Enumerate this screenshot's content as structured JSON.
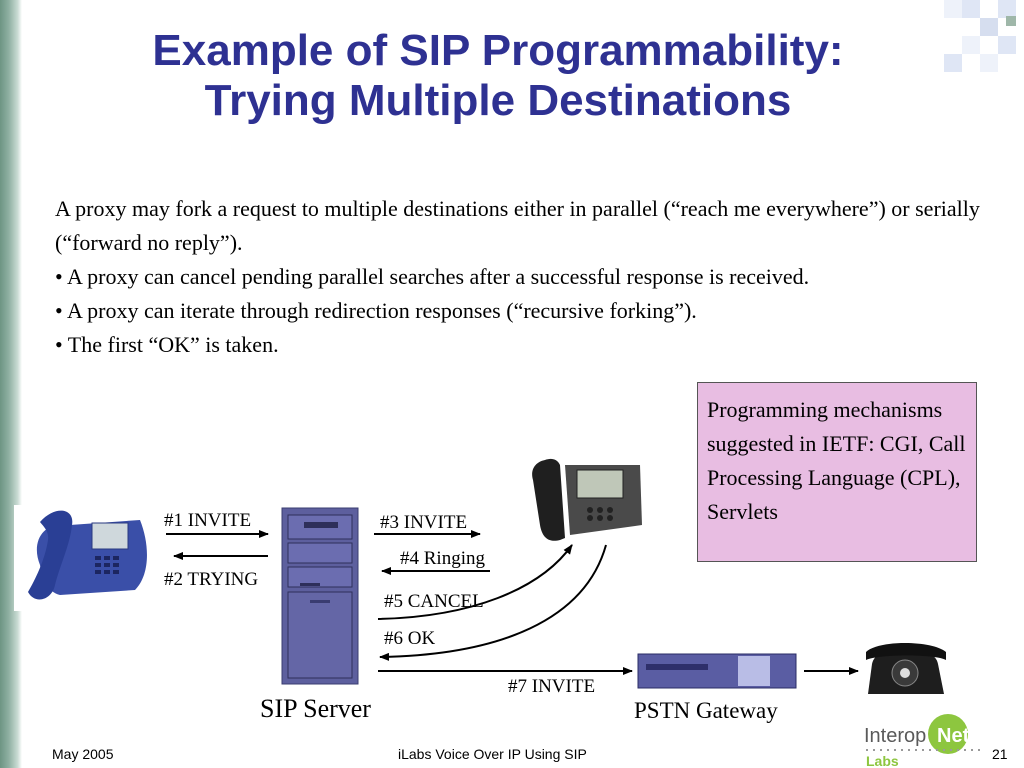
{
  "slide": {
    "title_line1": "Example of SIP Programmability:",
    "title_line2": "Trying Multiple Destinations",
    "paragraphs": [
      "A proxy may fork a request to multiple destinations either in parallel (“reach me everywhere”) or serially (“forward no reply”).",
      "• A proxy can cancel pending parallel searches after a successful response is received.",
      "• A proxy can iterate through redirection responses (“recursive forking”).",
      "• The first “OK” is taken."
    ],
    "callout": "Programming mechanisms suggested in IETF:  CGI, Call Processing Language (CPL), Servlets"
  },
  "diagram": {
    "messages": {
      "m1": "#1 INVITE",
      "m2": "#2 TRYING",
      "m3": "#3 INVITE",
      "m4": "#4 Ringing",
      "m5": "#5 CANCEL",
      "m6": "#6 OK",
      "m7": "#7 INVITE"
    },
    "sip_server_label": "SIP Server",
    "pstn_gateway_label": "PSTN Gateway"
  },
  "footer": {
    "date": "May 2005",
    "center": "iLabs Voice Over IP Using SIP",
    "page": "21"
  },
  "logo": {
    "text_interop": "Interop",
    "text_net": "Net",
    "text_labs": "Labs"
  },
  "colors": {
    "title": "#2e3192",
    "callout_bg": "#e8bde2",
    "server": "#5d5f9e",
    "gateway": "#5a5da3",
    "logo_net": "#8dc63f"
  },
  "icons": [
    "ip-phone-icon",
    "desk-phone-icon",
    "rotary-phone-icon",
    "server-tower-icon",
    "gateway-icon"
  ]
}
